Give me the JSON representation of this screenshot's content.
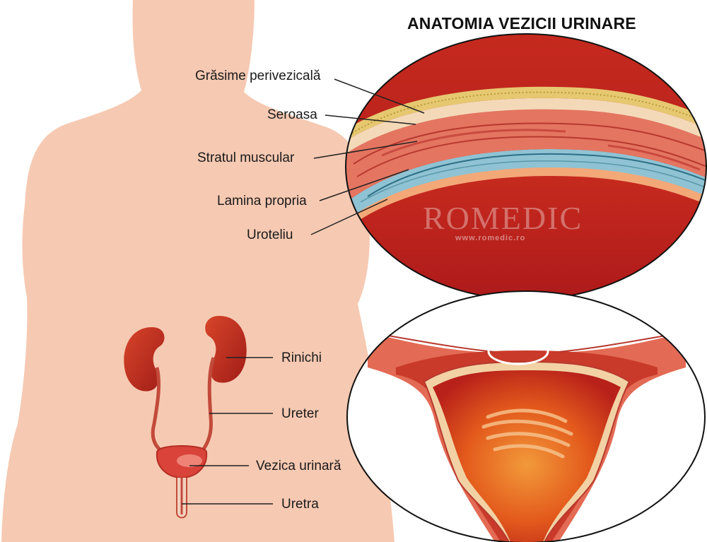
{
  "title": "ANATOMIA VEZICII URINARE",
  "colors": {
    "skin": "#f6c9b2",
    "organ": "#c8321f",
    "organ_light": "#f2a48f",
    "fat": "#e6c870",
    "muscle": "#e47561",
    "lamina": "#8fc3d3",
    "urothelium": "#f3a878",
    "lumen": "#c0221a"
  },
  "wall_layers": [
    {
      "name": "fat",
      "label": "Grăsime perivezicală"
    },
    {
      "name": "serosa",
      "label": "Seroasa"
    },
    {
      "name": "muscle",
      "label": "Stratul muscular"
    },
    {
      "name": "lamina",
      "label": "Lamina propria"
    },
    {
      "name": "urothelium",
      "label": "Uroteliu"
    }
  ],
  "body_labels": [
    {
      "name": "kidneys",
      "label": "Rinichi"
    },
    {
      "name": "ureter",
      "label": "Ureter"
    },
    {
      "name": "bladder",
      "label": "Vezica urinară"
    },
    {
      "name": "urethra",
      "label": "Uretra"
    }
  ],
  "brand": {
    "name": "ROMEDIC",
    "url": "www.romedic.ro"
  }
}
